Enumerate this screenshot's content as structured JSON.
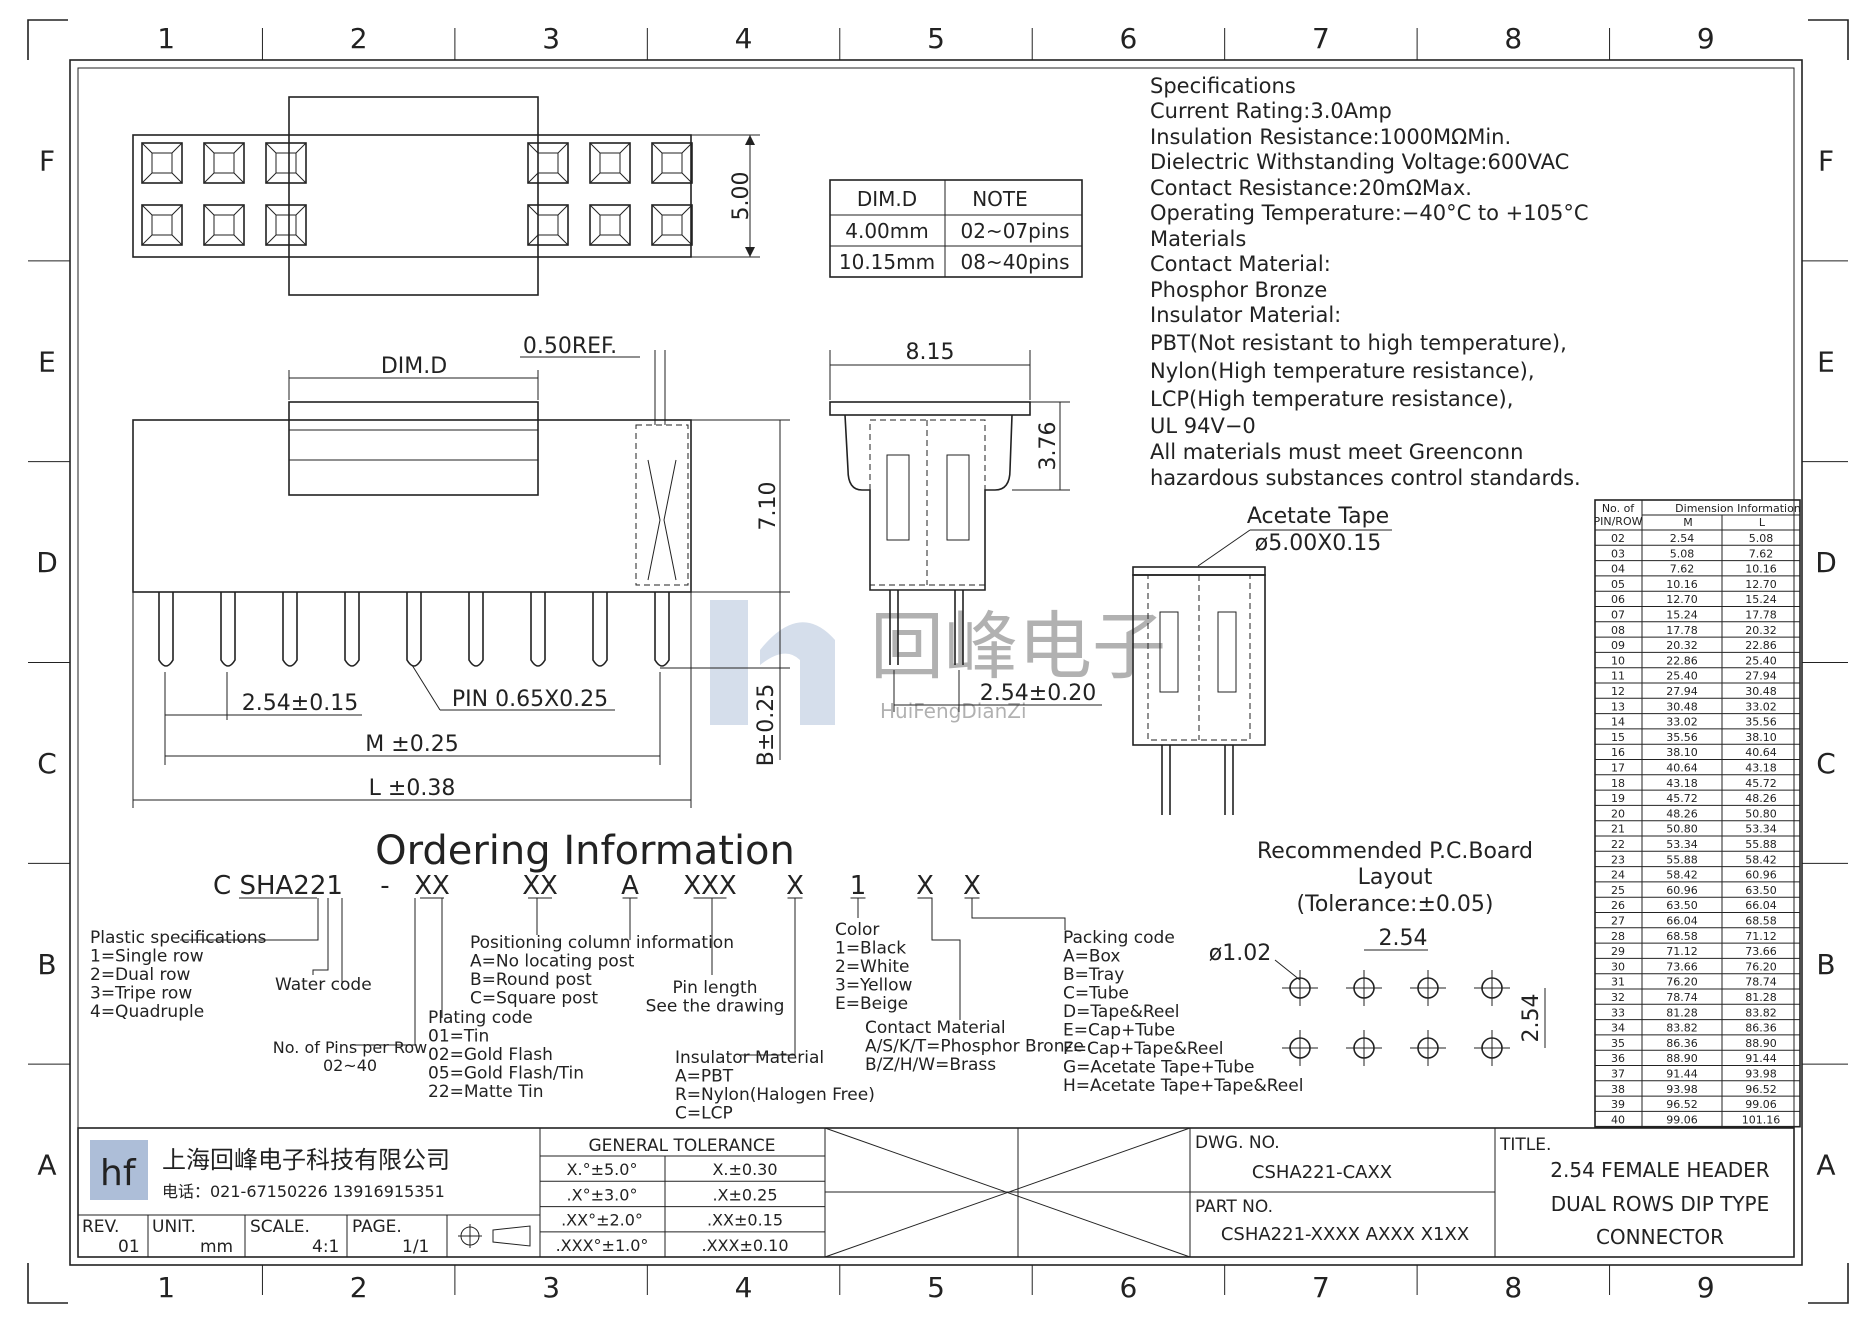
{
  "grid": {
    "columns": [
      "1",
      "2",
      "3",
      "4",
      "5",
      "6",
      "7",
      "8",
      "9"
    ],
    "rows": [
      "F",
      "E",
      "D",
      "C",
      "B",
      "A"
    ]
  },
  "dim_table": {
    "headers": [
      "DIM.D",
      "NOTE"
    ],
    "rows": [
      [
        "4.00mm",
        "02~07pins"
      ],
      [
        "10.15mm",
        "08~40pins"
      ]
    ]
  },
  "specs": [
    "Specifications",
    "Current Rating:3.0Amp",
    "Insulation Resistance:1000MΩMin.",
    "Dielectric Withstanding Voltage:600VAC",
    "Contact Resistance:20mΩMax.",
    "Operating Temperature:−40°C to +105°C",
    "Materials",
    "Contact Material:",
    "Phosphor Bronze",
    "Insulator Material:",
    "PBT(Not resistant to high temperature),",
    "Nylon(High temperature resistance),",
    "LCP(High temperature resistance),",
    "UL 94V−0",
    "All materials must meet Greenconn",
    "hazardous substances control standards."
  ],
  "dims": {
    "h500": "5.00",
    "dimd": "DIM.D",
    "ref050": "0.50REF.",
    "h710": "7.10",
    "pitch": "2.54±0.15",
    "pin": "PIN 0.65X0.25",
    "m": "M ±0.25",
    "l": "L ±0.38",
    "b": "B±0.25",
    "w815": "8.15",
    "h376": "3.76",
    "pitch2": "2.54±0.20",
    "tape1": "Acetate Tape",
    "tape2": "ø5.00X0.15"
  },
  "pin_table": {
    "h1": "No. of",
    "h1b": "PIN/ROW",
    "h2": "Dimension Information",
    "hm": "M",
    "hl": "L",
    "rows": [
      [
        "02",
        "2.54",
        "5.08"
      ],
      [
        "03",
        "5.08",
        "7.62"
      ],
      [
        "04",
        "7.62",
        "10.16"
      ],
      [
        "05",
        "10.16",
        "12.70"
      ],
      [
        "06",
        "12.70",
        "15.24"
      ],
      [
        "07",
        "15.24",
        "17.78"
      ],
      [
        "08",
        "17.78",
        "20.32"
      ],
      [
        "09",
        "20.32",
        "22.86"
      ],
      [
        "10",
        "22.86",
        "25.40"
      ],
      [
        "11",
        "25.40",
        "27.94"
      ],
      [
        "12",
        "27.94",
        "30.48"
      ],
      [
        "13",
        "30.48",
        "33.02"
      ],
      [
        "14",
        "33.02",
        "35.56"
      ],
      [
        "15",
        "35.56",
        "38.10"
      ],
      [
        "16",
        "38.10",
        "40.64"
      ],
      [
        "17",
        "40.64",
        "43.18"
      ],
      [
        "18",
        "43.18",
        "45.72"
      ],
      [
        "19",
        "45.72",
        "48.26"
      ],
      [
        "20",
        "48.26",
        "50.80"
      ],
      [
        "21",
        "50.80",
        "53.34"
      ],
      [
        "22",
        "53.34",
        "55.88"
      ],
      [
        "23",
        "55.88",
        "58.42"
      ],
      [
        "24",
        "58.42",
        "60.96"
      ],
      [
        "25",
        "60.96",
        "63.50"
      ],
      [
        "26",
        "63.50",
        "66.04"
      ],
      [
        "27",
        "66.04",
        "68.58"
      ],
      [
        "28",
        "68.58",
        "71.12"
      ],
      [
        "29",
        "71.12",
        "73.66"
      ],
      [
        "30",
        "73.66",
        "76.20"
      ],
      [
        "31",
        "76.20",
        "78.74"
      ],
      [
        "32",
        "78.74",
        "81.28"
      ],
      [
        "33",
        "81.28",
        "83.82"
      ],
      [
        "34",
        "83.82",
        "86.36"
      ],
      [
        "35",
        "86.36",
        "88.90"
      ],
      [
        "36",
        "88.90",
        "91.44"
      ],
      [
        "37",
        "91.44",
        "93.98"
      ],
      [
        "38",
        "93.98",
        "96.52"
      ],
      [
        "39",
        "96.52",
        "99.06"
      ],
      [
        "40",
        "99.06",
        "101.16"
      ]
    ]
  },
  "ordering": {
    "title": "Ordering Information",
    "code": [
      "C SHA221",
      "-",
      "XX",
      "XX",
      "A",
      "XXX",
      "X",
      "1",
      "X",
      "X"
    ],
    "plastic": [
      "Plastic specifications",
      "1=Single row",
      "2=Dual row",
      "3=Tripe row",
      "4=Quadruple"
    ],
    "water": "Water code",
    "pins": [
      "No. of Pins per Row",
      "02~40"
    ],
    "plating": [
      "Plating code",
      "01=Tin",
      "02=Gold Flash",
      "05=Gold Flash/Tin",
      "22=Matte Tin"
    ],
    "position": [
      "Positioning column information",
      "A=No locating post",
      "B=Round post",
      "C=Square post"
    ],
    "pinlen": [
      "Pin length",
      "See the drawing"
    ],
    "insulator": [
      "Insulator Material",
      "A=PBT",
      "R=Nylon(Halogen Free)",
      "C=LCP"
    ],
    "color": [
      "Color",
      "1=Black",
      "2=White",
      "3=Yellow",
      "E=Beige"
    ],
    "contact": [
      "Contact Material",
      "A/S/K/T=Phosphor Bronze",
      "B/Z/H/W=Brass"
    ],
    "packing": [
      "Packing code",
      "A=Box",
      "B=Tray",
      "C=Tube",
      "D=Tape&Reel",
      "E=Cap+Tube",
      "F=Cap+Tape&Reel",
      "G=Acetate Tape+Tube",
      "H=Acetate Tape+Tape&Reel"
    ]
  },
  "pcb": {
    "title": [
      "Recommended P.C.Board",
      "Layout",
      "(Tolerance:±0.05)"
    ],
    "hole": "ø1.02",
    "pitch": "2.54",
    "pitch_v": "2.54"
  },
  "watermark": {
    "brand": "回峰电子",
    "sub": "HuiFengDianZi"
  },
  "title_block": {
    "company": "上海回峰电子科技有限公司",
    "phone": "电话：021-67150226  13916915351",
    "rev_label": "REV.",
    "rev": "01",
    "unit_label": "UNIT.",
    "unit": "mm",
    "scale_label": "SCALE.",
    "scale": "4:1",
    "page_label": "PAGE.",
    "page": "1/1",
    "tol_title": "GENERAL TOLERANCE",
    "tol": [
      [
        "X.°±5.0°",
        "X.±0.30"
      ],
      [
        ".X°±3.0°",
        ".X±0.25"
      ],
      [
        ".XX°±2.0°",
        ".XX±0.15"
      ],
      [
        ".XXX°±1.0°",
        ".XXX±0.10"
      ]
    ],
    "dwg_label": "DWG. NO.",
    "dwg": "CSHA221-CAXX",
    "part_label": "PART NO.",
    "part": "CSHA221-XXXX AXXX X1XX",
    "title_label": "TITLE.",
    "title": [
      "2.54 FEMALE HEADER",
      "DUAL ROWS DIP TYPE",
      "CONNECTOR"
    ]
  }
}
